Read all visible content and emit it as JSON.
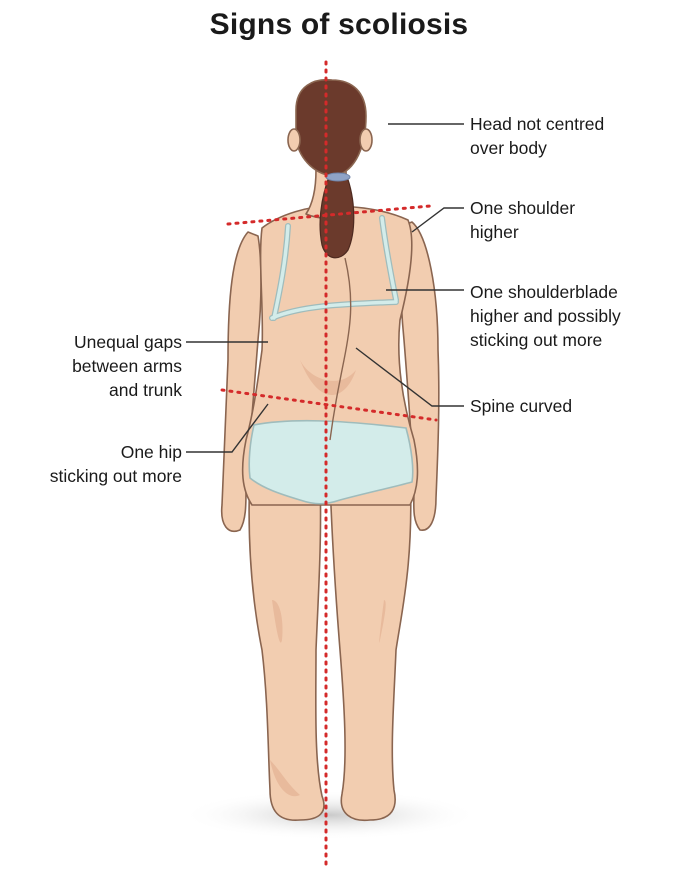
{
  "title": "Signs of scoliosis",
  "labels": {
    "head": "Head not centred\nover body",
    "shoulder": "One shoulder\nhigher",
    "shoulderblade": "One shoulderblade\nhigher and possibly\nsticking out more",
    "spine": "Spine curved",
    "gaps": "Unequal gaps\nbetween arms\nand trunk",
    "hip": "One hip\nsticking out more"
  },
  "colors": {
    "skin": "#f2cdb0",
    "skin_shadow": "#e4b294",
    "outline": "#8a6550",
    "hair": "#6b3a2c",
    "underwear": "#d3ecea",
    "underwear_outline": "#9fbcbc",
    "hair_tie": "#8fa3c7",
    "guide_dots": "#d42a2a",
    "leader_line": "#333333"
  }
}
